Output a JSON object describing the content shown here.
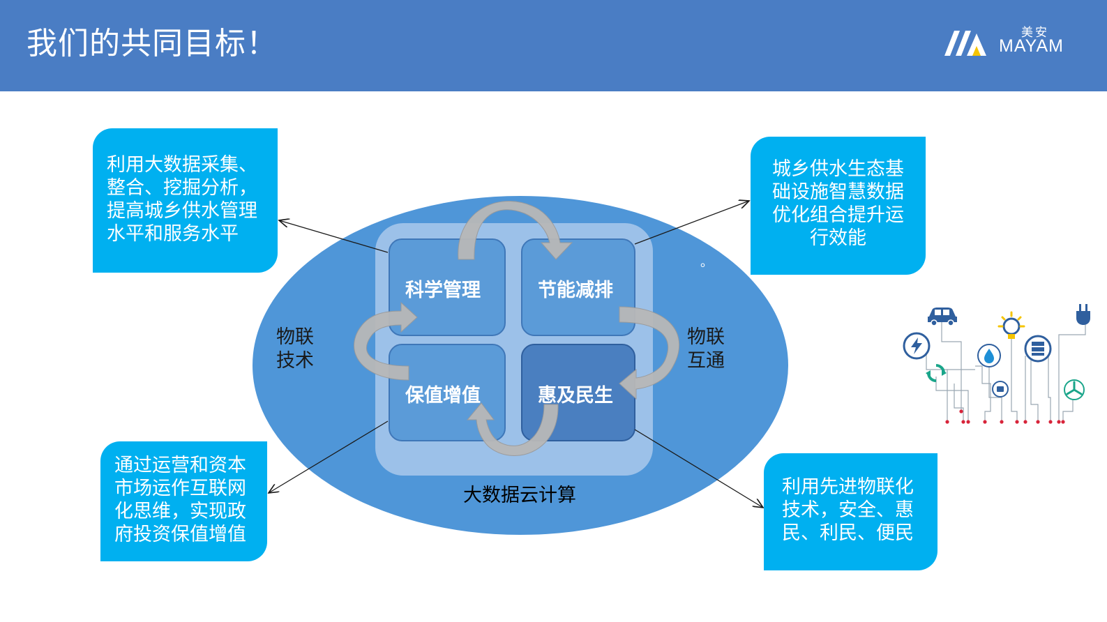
{
  "header": {
    "title": "我们的共同目标！",
    "background": "#4a7dc4"
  },
  "logo": {
    "cn": "美安",
    "en": "MAYAM"
  },
  "diagram": {
    "quadrants": [
      {
        "label": "科学管理"
      },
      {
        "label": "节能减排"
      },
      {
        "label": "保值增值"
      },
      {
        "label": "惠及民生"
      }
    ],
    "left_label": "物联\n技术",
    "right_label": "物联\n互通",
    "bottom_label": "大数据云计算",
    "dot": "。"
  },
  "callouts": {
    "top_left": "利用大数据采集、\n整合、挖掘分析，\n提高城乡供水管理\n水平和服务水平",
    "top_right": "城乡供水生态基\n础设施智慧数据\n优化组合提升运\n行效能",
    "bottom_left": "通过运营和资本\n市场运作互联网\n化思维，实现政\n府投资保值增值",
    "bottom_right": "利用先进物联化\n技术，安全、惠\n民、利民、便民"
  },
  "colors": {
    "callout": "#00b0f0",
    "ellipse": "#4d94d8",
    "quadrant": "#5b9bd5",
    "quadrant_dark": "#4a7fc0",
    "arrow": "#b3b3b3"
  },
  "icons": [
    "car-icon",
    "lightbulb-icon",
    "plug-icon",
    "lightning-icon",
    "water-drop-icon",
    "server-icon",
    "recycle-icon",
    "meter-icon",
    "fan-icon"
  ]
}
